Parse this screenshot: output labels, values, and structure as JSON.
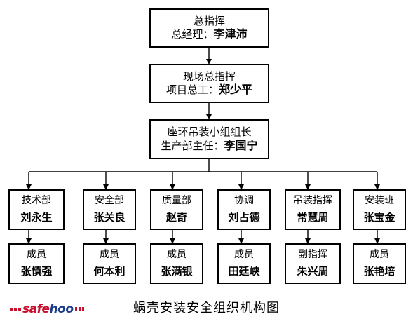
{
  "top": {
    "title": "总指挥",
    "label": "总经理：",
    "name": "李津沛"
  },
  "site": {
    "title": "现场总指挥",
    "label": "项目总工：",
    "name": "郑少平"
  },
  "group": {
    "title": "座环吊装小组组长",
    "label": "生产部主任：",
    "name": "李国宁"
  },
  "departments": [
    {
      "title": "技术部",
      "lead": "刘永生",
      "role": "成员",
      "member": "张慎强"
    },
    {
      "title": "安全部",
      "lead": "张关良",
      "role": "成员",
      "member": "何本利"
    },
    {
      "title": "质量部",
      "lead": "赵奇",
      "role": "成员",
      "member": "张满银"
    },
    {
      "title": "协调",
      "lead": "刘占德",
      "role": "成员",
      "member": "田廷峡"
    },
    {
      "title": "吊装指挥",
      "lead": "常慧周",
      "role": "副指挥",
      "member": "朱兴周"
    },
    {
      "title": "安装班",
      "lead": "张宝金",
      "role": "成员",
      "member": "张艳培"
    }
  ],
  "caption": "蜗壳安装安全组织机构图",
  "logo": {
    "part1": "safe",
    "part2": "hoo"
  }
}
